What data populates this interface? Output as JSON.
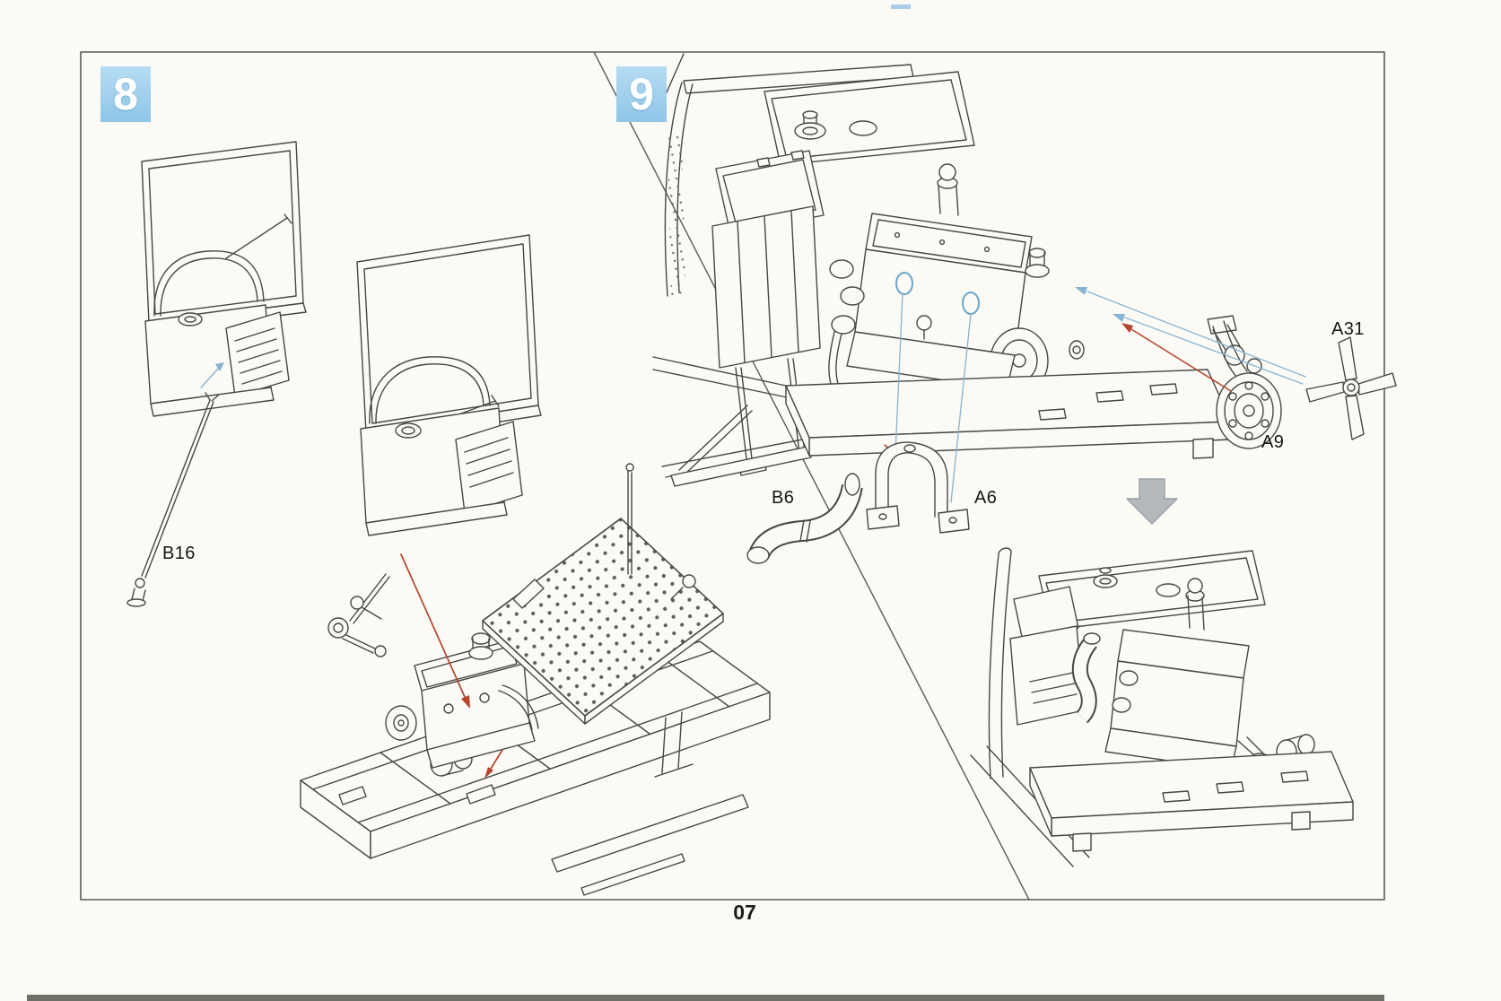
{
  "page": {
    "number": "07"
  },
  "steps": {
    "step8": {
      "number": "8",
      "part_labels": {
        "b16": "B16"
      }
    },
    "step9": {
      "number": "9",
      "part_labels": {
        "b6": "B6",
        "a6": "A6",
        "a9": "A9",
        "a31": "A31"
      }
    }
  },
  "colors": {
    "step_badge_bg": "#9fcdeb",
    "step_badge_text": "#ffffff",
    "line_art": "#474747",
    "callout_blue": "#85b4d2",
    "arrow_red": "#b5442a",
    "block_arrow_gray": "#b4b9bd",
    "paper": "#fbfaf5"
  }
}
